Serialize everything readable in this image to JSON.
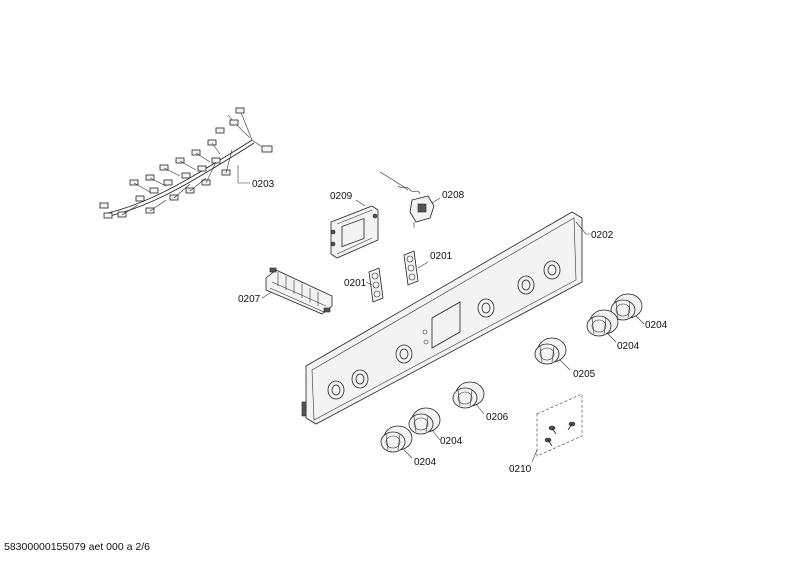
{
  "diagram": {
    "labels": {
      "l0203": "0203",
      "l0209": "0209",
      "l0208": "0208",
      "l0202": "0202",
      "l0201a": "0201",
      "l0201b": "0201",
      "l0207": "0207",
      "l0204a": "0204",
      "l0204b": "0204",
      "l0205": "0205",
      "l0206": "0206",
      "l0204c": "0204",
      "l0204d": "0204",
      "l0210": "0210"
    }
  },
  "footer": {
    "text": "58300000155079 aet 000 a 2/6"
  }
}
